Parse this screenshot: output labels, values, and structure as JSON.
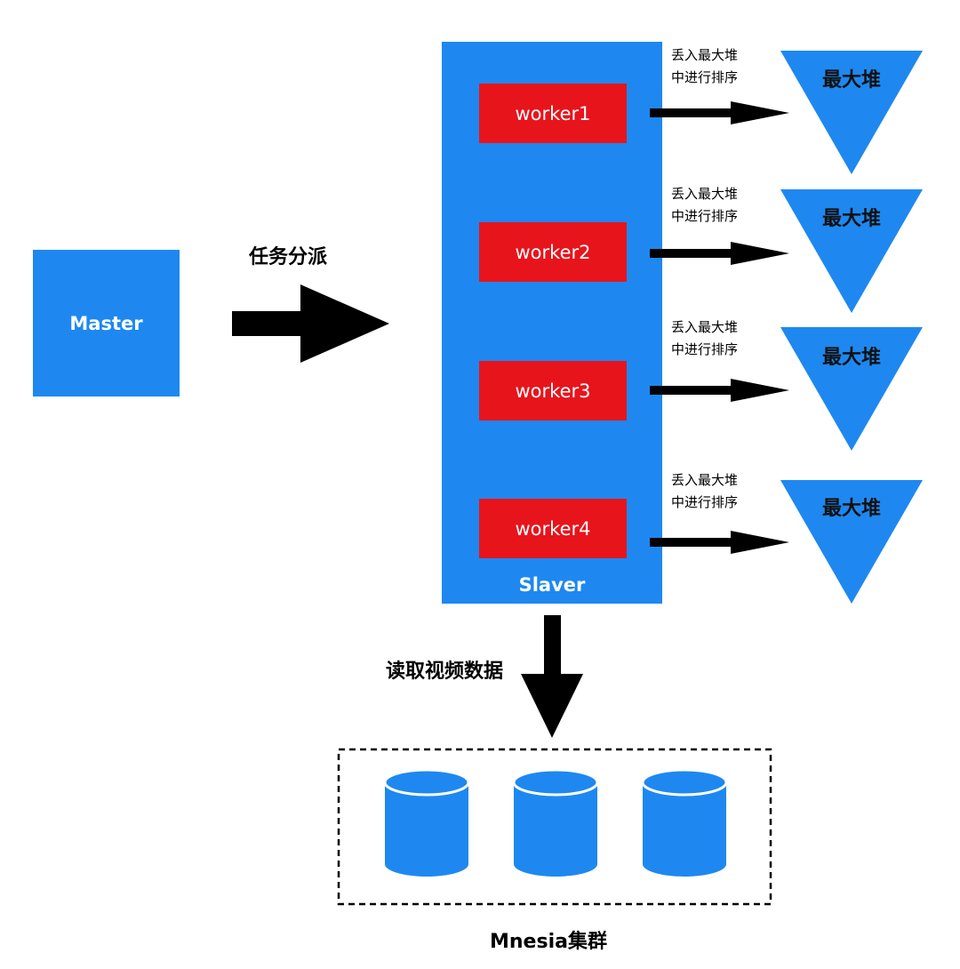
{
  "master": {
    "label": "Master"
  },
  "dispatch": {
    "label": "任务分派"
  },
  "slaver": {
    "label": "Slaver"
  },
  "workers": [
    "worker1",
    "worker2",
    "worker3",
    "worker4"
  ],
  "heap_note": {
    "line1": "丢入最大堆",
    "line2": "中进行排序"
  },
  "heap": {
    "label": "最大堆"
  },
  "read": {
    "label": "读取视频数据"
  },
  "cluster": {
    "label": "Mnesia集群"
  },
  "colors": {
    "blue": "#1E88F0",
    "red": "#E8141C",
    "black": "#000000"
  }
}
